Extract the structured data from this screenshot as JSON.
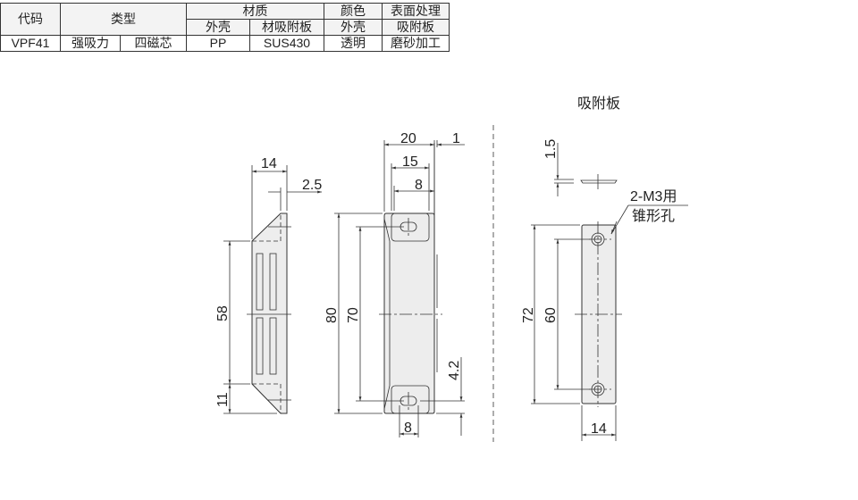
{
  "table": {
    "headers": {
      "code": "代码",
      "type": "类型",
      "material": "材质",
      "color": "颜色",
      "surface": "表面处理",
      "shell": "外壳",
      "plate_material": "材吸附板",
      "color_shell": "外壳",
      "surface_plate": "吸附板"
    },
    "row": {
      "code": "VPF41",
      "type1": "强吸力",
      "type2": "四磁芯",
      "shell": "PP",
      "plate": "SUS430",
      "color": "透明",
      "surface": "磨砂加工"
    }
  },
  "drawing": {
    "side_view": {
      "width": "14",
      "offset": "2.5",
      "span": "58",
      "end": "11"
    },
    "front_view": {
      "width": "20",
      "plate_thickness": "1",
      "inner": "15",
      "slot": "8",
      "length": "80",
      "pitch": "70",
      "edge": "4.2",
      "slot_bottom": "8"
    },
    "plate_view": {
      "title": "吸附板",
      "thickness": "1.5",
      "note1": "2-M3用",
      "note2": "锥形孔",
      "length": "72",
      "pitch": "60",
      "width": "14"
    }
  }
}
